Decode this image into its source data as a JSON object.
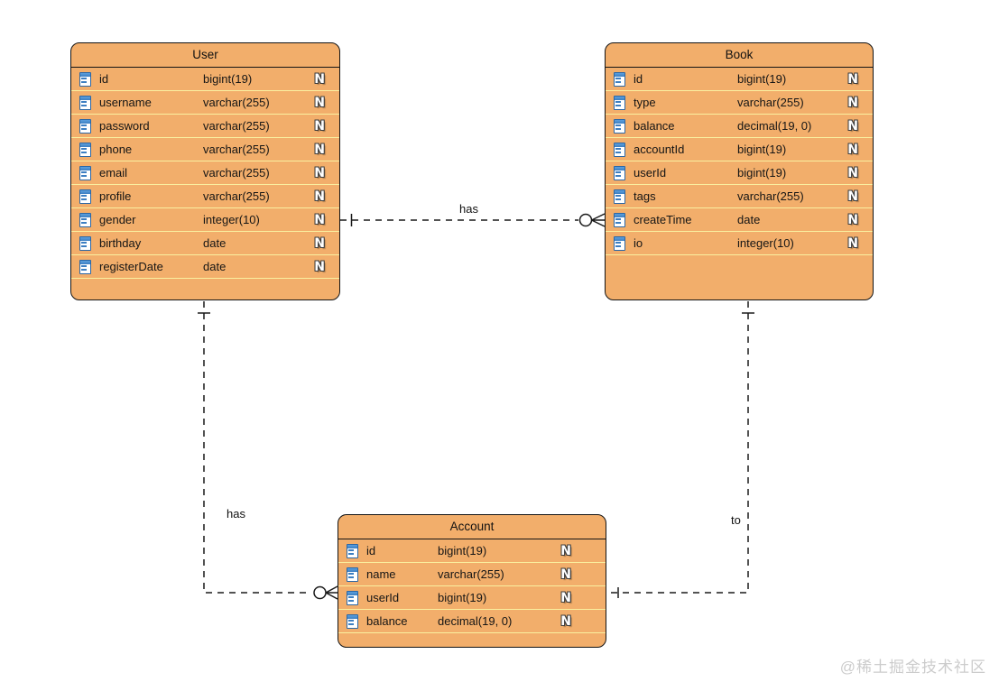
{
  "diagram": {
    "tables": [
      {
        "name": "User",
        "columns": [
          {
            "name": "id",
            "type": "bigint(19)",
            "nullable": "N"
          },
          {
            "name": "username",
            "type": "varchar(255)",
            "nullable": "N"
          },
          {
            "name": "password",
            "type": "varchar(255)",
            "nullable": "N"
          },
          {
            "name": "phone",
            "type": "varchar(255)",
            "nullable": "N"
          },
          {
            "name": "email",
            "type": "varchar(255)",
            "nullable": "N"
          },
          {
            "name": "profile",
            "type": "varchar(255)",
            "nullable": "N"
          },
          {
            "name": "gender",
            "type": "integer(10)",
            "nullable": "N"
          },
          {
            "name": "birthday",
            "type": "date",
            "nullable": "N"
          },
          {
            "name": "registerDate",
            "type": "date",
            "nullable": "N"
          }
        ]
      },
      {
        "name": "Book",
        "columns": [
          {
            "name": "id",
            "type": "bigint(19)",
            "nullable": "N"
          },
          {
            "name": "type",
            "type": "varchar(255)",
            "nullable": "N"
          },
          {
            "name": "balance",
            "type": "decimal(19, 0)",
            "nullable": "N"
          },
          {
            "name": "accountId",
            "type": "bigint(19)",
            "nullable": "N"
          },
          {
            "name": "userId",
            "type": "bigint(19)",
            "nullable": "N"
          },
          {
            "name": "tags",
            "type": "varchar(255)",
            "nullable": "N"
          },
          {
            "name": "createTime",
            "type": "date",
            "nullable": "N"
          },
          {
            "name": "io",
            "type": "integer(10)",
            "nullable": "N"
          }
        ]
      },
      {
        "name": "Account",
        "columns": [
          {
            "name": "id",
            "type": "bigint(19)",
            "nullable": "N"
          },
          {
            "name": "name",
            "type": "varchar(255)",
            "nullable": "N"
          },
          {
            "name": "userId",
            "type": "bigint(19)",
            "nullable": "N"
          },
          {
            "name": "balance",
            "type": "decimal(19, 0)",
            "nullable": "N"
          }
        ]
      }
    ],
    "relations": [
      {
        "label": "has",
        "from": "User",
        "to": "Book",
        "from_cardinality": "one",
        "to_cardinality": "zero-or-many"
      },
      {
        "label": "has",
        "from": "User",
        "to": "Account",
        "from_cardinality": "one",
        "to_cardinality": "zero-or-many"
      },
      {
        "label": "to",
        "from": "Book",
        "to": "Account",
        "from_cardinality": "one",
        "to_cardinality": "one"
      }
    ]
  },
  "colors": {
    "table_fill": "#F2AE6B",
    "table_border": "#141414",
    "row_divider": "#FAF0A0",
    "column_icon_blue": "#3D7FC2",
    "nullable_glyph": "#FFFFFF",
    "watermark": "#CCCCCC"
  },
  "watermark": "@稀土掘金技术社区"
}
